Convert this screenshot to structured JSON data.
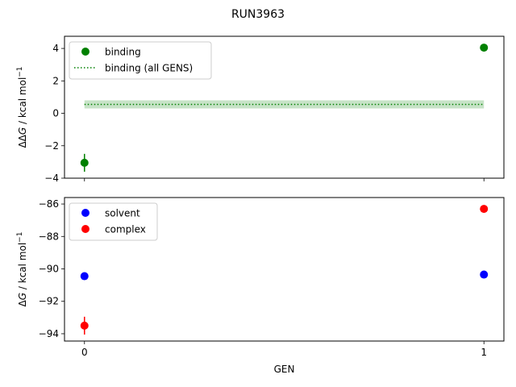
{
  "title": "RUN3963",
  "chart_data": [
    {
      "type": "scatter",
      "ylabel_main": "ΔΔ",
      "ylabel_var": "G",
      "ylabel_unit": " / kcal mol",
      "ylabel_sup": "−1",
      "xlim": [
        -0.05,
        1.05
      ],
      "ylim": [
        -4,
        4.75
      ],
      "xticks": [
        0,
        1
      ],
      "yticks": [
        -4,
        -2,
        0,
        2,
        4
      ],
      "ytick_labels": [
        "−4",
        "−2",
        "0",
        "2",
        "4"
      ],
      "legend_position": "upper left",
      "series": [
        {
          "name": "binding",
          "color": "#008000",
          "x": [
            0,
            1
          ],
          "y": [
            -3.05,
            4.05
          ],
          "yerr": [
            0.55,
            0.22
          ]
        }
      ],
      "band": {
        "name": "binding (all GENS)",
        "color": "#008000",
        "x": [
          0,
          1
        ],
        "y": 0.55,
        "lower": 0.3,
        "upper": 0.8
      }
    },
    {
      "type": "scatter",
      "xlabel": "GEN",
      "ylabel_main": "Δ",
      "ylabel_var": "G",
      "ylabel_unit": " / kcal mol",
      "ylabel_sup": "−1",
      "xlim": [
        -0.05,
        1.05
      ],
      "ylim": [
        -94.45,
        -85.6
      ],
      "xticks": [
        0,
        1
      ],
      "xtick_labels": [
        "0",
        "1"
      ],
      "yticks": [
        -94,
        -92,
        -90,
        -88,
        -86
      ],
      "ytick_labels": [
        "−94",
        "−92",
        "−90",
        "−88",
        "−86"
      ],
      "legend_position": "upper left",
      "series": [
        {
          "name": "solvent",
          "color": "#0000ff",
          "x": [
            0,
            1
          ],
          "y": [
            -90.45,
            -90.35
          ],
          "yerr": [
            0.08,
            0.08
          ]
        },
        {
          "name": "complex",
          "color": "#ff0000",
          "x": [
            0,
            1
          ],
          "y": [
            -93.5,
            -86.3
          ],
          "yerr": [
            0.55,
            0.12
          ]
        }
      ]
    }
  ]
}
